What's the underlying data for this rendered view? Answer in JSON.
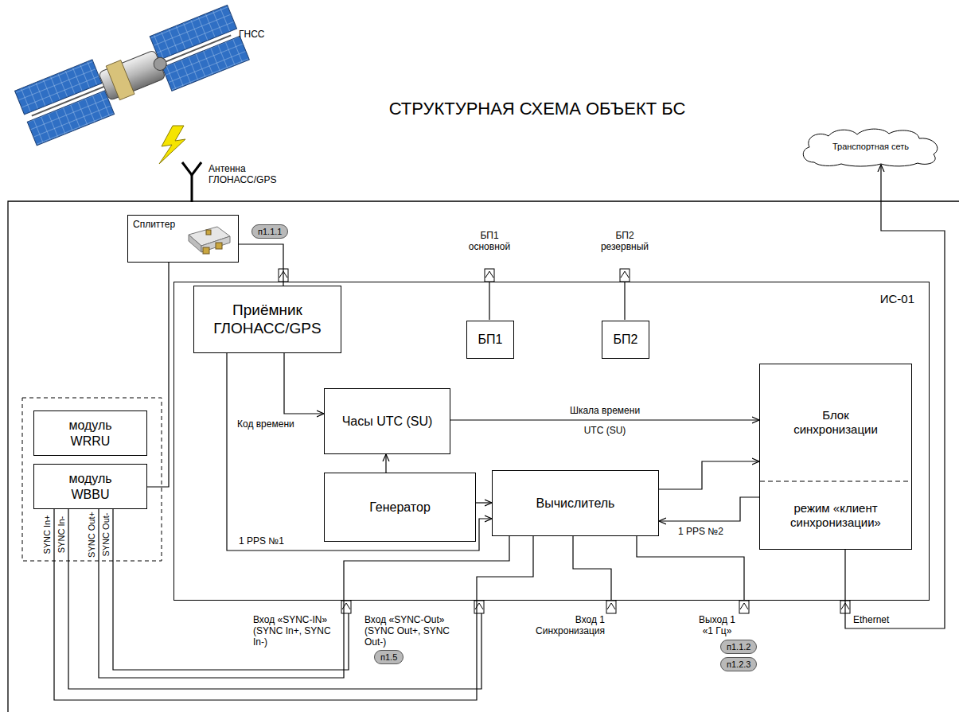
{
  "diagram": {
    "title": "СТРУКТУРНАЯ СХЕМА ОБЪЕКТ БС",
    "nodes": [
      {
        "text": [
          "Транспортная сеть"
        ]
      },
      {
        "text": [
          "Сплиттер"
        ]
      },
      {
        "text": [
          "ИС-01"
        ]
      },
      {
        "text": [
          "Приёмник ГЛОНАСС/GPS"
        ],
        "in": 2
      },
      {
        "text": [
          "БП1"
        ],
        "in": 2
      },
      {
        "text": [
          "БП2"
        ],
        "in": 2
      },
      {
        "text": [
          "Часы UTC (SU)"
        ],
        "in": 2
      },
      {
        "text": [
          "Генератор"
        ],
        "in": 2
      },
      {
        "text": [
          "Вычислитель"
        ],
        "in": 2
      },
      {
        "text": [
          "Блок синхронизации",
          "режим «клиент синхронизации»"
        ],
        "in": 2
      },
      {
        "text": [
          "модуль WRRU"
        ]
      },
      {
        "text": [
          "модуль WBBU"
        ]
      }
    ],
    "edges": [
      {
        "from": 1,
        "to": 3,
        "arrow": "none"
      },
      {
        "from": 1,
        "to": 11,
        "arrow": "none"
      },
      {
        "from": 3,
        "to": 6,
        "label": "Код времени",
        "arrow": "to"
      },
      {
        "from": 3,
        "to": 8,
        "label": "1 PPS №1",
        "arrow": "to"
      },
      {
        "from": 6,
        "to": 9,
        "label": "Шкала времени",
        "arrow": "to"
      },
      {
        "from": 7,
        "to": 6,
        "arrow": "to"
      },
      {
        "from": 7,
        "to": 8,
        "arrow": "to"
      },
      {
        "from": 8,
        "to": 9,
        "arrow": "to"
      },
      {
        "from": 9,
        "to": 8,
        "label": "1 PPS №2",
        "arrow": "to"
      },
      {
        "from": 9,
        "to": 0,
        "arrow": "to"
      },
      {
        "from": 11,
        "to": 8,
        "arrow": "none"
      },
      {
        "from": 11,
        "to": 8,
        "arrow": "none"
      }
    ],
    "labels": [
      "ГНСС",
      "Антенна ГЛОНАСС/GPS",
      "п1.1.1",
      "БП1 основной",
      "БП2 резервный",
      "UTC (SU)",
      "SYNC In+",
      "SYNC In-",
      "SYNC Out+",
      "SYNC Out-",
      "Вход «SYNC-IN» (SYNC In+, SYNC In-)",
      "Вход «SYNC-Out» (SYNC Out+, SYNC Out-)",
      "Вход 1 Синхронизация",
      "Выход 1 «1 Гц»",
      "п1.1.2",
      "п1.2.3",
      "Ethernet",
      "п1.5"
    ]
  }
}
